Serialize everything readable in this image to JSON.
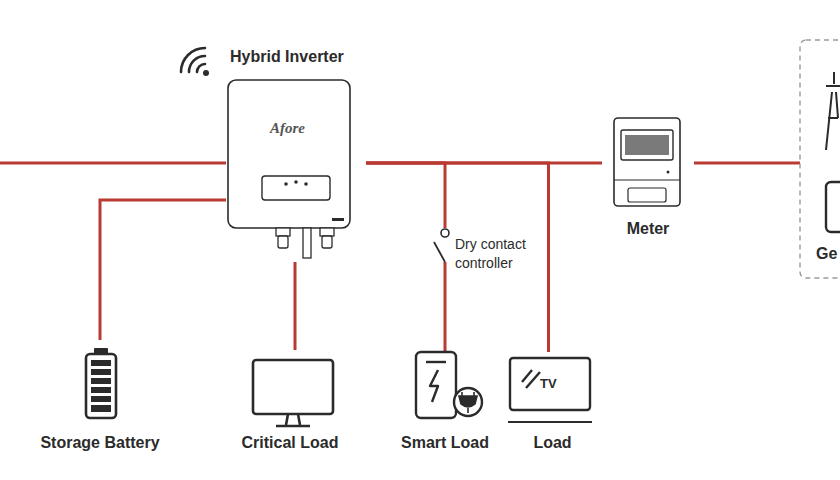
{
  "diagram": {
    "nodes": [
      {
        "text": [
          "Hybrid Inverter",
          "Afore"
        ]
      },
      {
        "text": [
          "Storage Battery"
        ]
      },
      {
        "text": [
          "Critical Load"
        ]
      },
      {
        "text": [
          "Dry contact controller"
        ]
      },
      {
        "text": [
          "Smart Load"
        ]
      },
      {
        "text": [
          "Load"
        ]
      },
      {
        "text": [
          "Meter"
        ]
      },
      {
        "text": [
          "Ge"
        ]
      }
    ],
    "edges": [
      {
        "from": 0,
        "to": 1,
        "arrow": "none"
      },
      {
        "from": 0,
        "to": 2,
        "arrow": "none"
      },
      {
        "from": 0,
        "to": 3,
        "arrow": "none"
      },
      {
        "from": 3,
        "to": 4,
        "arrow": "none"
      },
      {
        "from": 0,
        "to": 5,
        "arrow": "none"
      },
      {
        "from": 0,
        "to": 6,
        "arrow": "none"
      },
      {
        "from": 6,
        "to": 7,
        "arrow": "none"
      }
    ],
    "labels": [
      "TV"
    ]
  }
}
